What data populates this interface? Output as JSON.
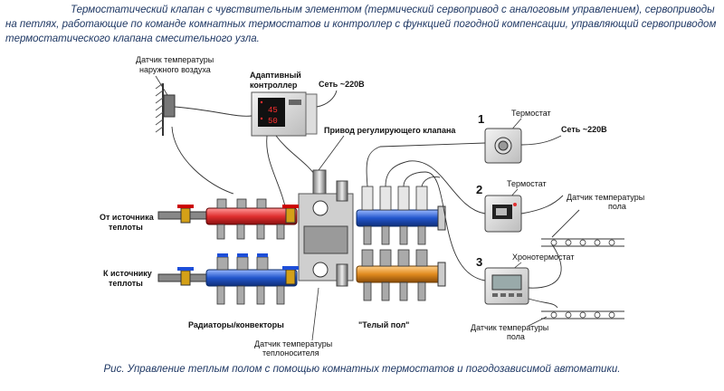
{
  "intro": "Термостатический клапан с чувствительным элементом (термический сервопривод с аналоговым управлением), сервоприводы на петлях, работающие по команде комнатных термостатов и контроллер с функцией погодной компенсации, управляющий сервоприводом термостатического клапана смесительного узла.",
  "caption": "Рис. Управление теплым полом с помощью комнатных термостатов и погодозависимой автоматики.",
  "labels": {
    "outdoor_sensor_1": "Датчик температуры",
    "outdoor_sensor_2": "наружного воздуха",
    "controller_1": "Адаптивный",
    "controller_2": "контроллер",
    "mains_top": "Сеть ~220В",
    "valve_drive": "Привод регулирующего клапана",
    "from_source_1": "От источника",
    "from_source_2": "теплоты",
    "to_source_1": "К источнику",
    "to_source_2": "теплоты",
    "radiators": "Радиаторы/конвекторы",
    "warm_floor": "\"Телый пол\"",
    "coolant_sensor_1": "Датчик температуры",
    "coolant_sensor_2": "теплоносителя",
    "num1": "1",
    "num2": "2",
    "num3": "3",
    "thermostat1": "Термостат",
    "thermostat2": "Термостат",
    "chronothermostat": "Хронотермостат",
    "mains_right": "Сеть ~220В",
    "floor_sensor_a_1": "Датчик температуры",
    "floor_sensor_a_2": "пола",
    "floor_sensor_b_1": "Датчик температуры",
    "floor_sensor_b_2": "пола"
  },
  "display": {
    "row1": "45",
    "row2": "50"
  },
  "colors": {
    "hot": "#e03030",
    "cold": "#2255cc",
    "orange": "#e08a1e",
    "text": "#1f3864"
  }
}
